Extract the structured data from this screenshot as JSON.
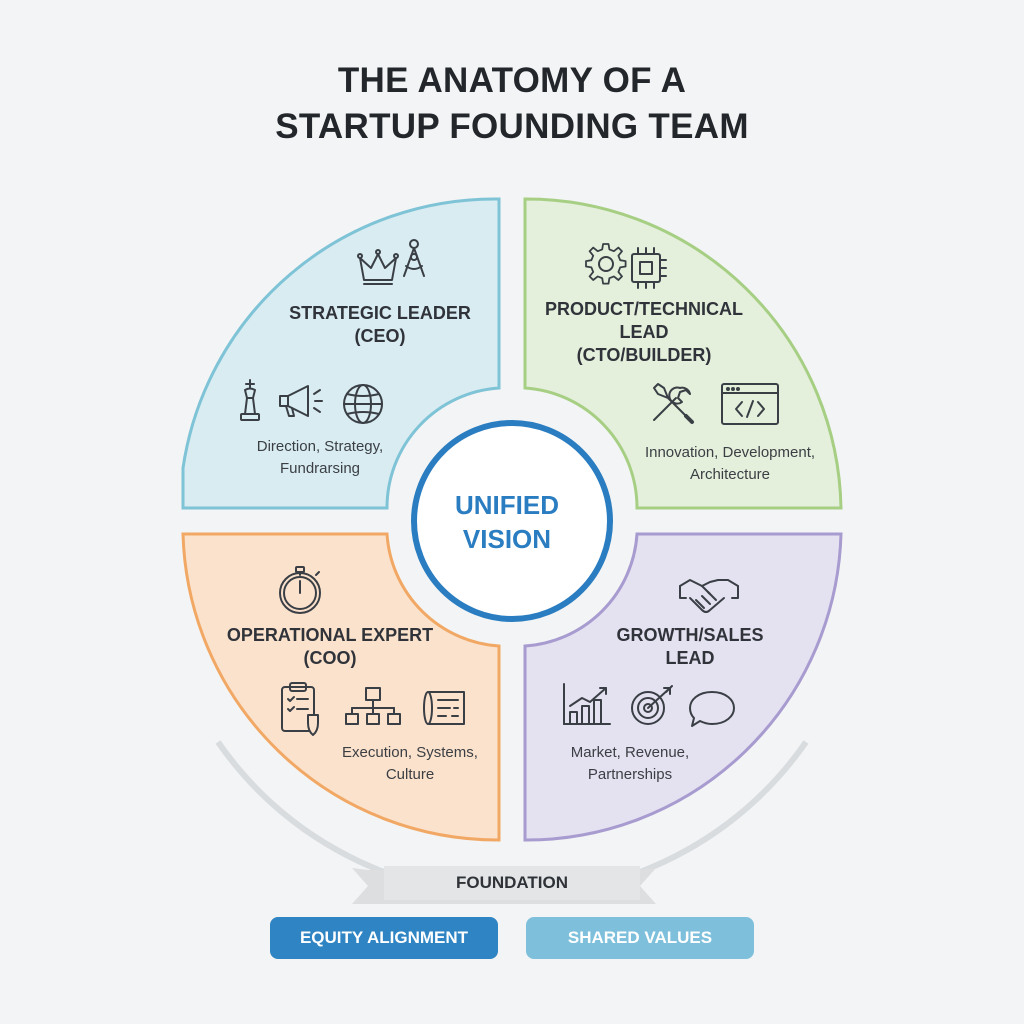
{
  "title": {
    "line1": "THE ANATOMY OF A",
    "line2": "STARTUP FOUNDING TEAM"
  },
  "center": {
    "line1": "UNIFIED",
    "line2": "VISION"
  },
  "quadrants": [
    {
      "id": "strategic",
      "label_lines": [
        "STRATEGIC LEADER",
        "(CEO)"
      ],
      "description_lines": [
        "Direction, Strategy,",
        "Fundrarsing"
      ],
      "fill": "#d8ecf2",
      "stroke": "#7ec3d6",
      "icons": [
        "crown-icon",
        "compass-icon",
        "chess-king-icon",
        "megaphone-icon",
        "globe-icon"
      ]
    },
    {
      "id": "technical",
      "label_lines": [
        "PRODUCT/TECHNICAL",
        "LEAD",
        "(CTO/BUILDER)"
      ],
      "description_lines": [
        "Innovation, Development,",
        "Architecture"
      ],
      "fill": "#e4efdc",
      "stroke": "#a6cf84",
      "icons": [
        "gear-icon",
        "circuit-chip-icon",
        "wrench-screwdriver-icon",
        "code-window-icon"
      ]
    },
    {
      "id": "operational",
      "label_lines": [
        "OPERATIONAL EXPERT",
        "(COO)"
      ],
      "description_lines": [
        "Execution, Systems,",
        "Culture"
      ],
      "fill": "#fbe2cc",
      "stroke": "#f2a865",
      "icons": [
        "stopwatch-icon",
        "clipboard-shield-icon",
        "org-chart-icon",
        "blueprint-icon"
      ]
    },
    {
      "id": "growth",
      "label_lines": [
        "GROWTH/SALES",
        "LEAD"
      ],
      "description_lines": [
        "Market, Revenue,",
        "Partnerships"
      ],
      "fill": "#e4e1f0",
      "stroke": "#a79bd0",
      "icons": [
        "handshake-icon",
        "growth-chart-icon",
        "target-icon",
        "speech-bubble-icon"
      ]
    }
  ],
  "colors": {
    "center_ring": "#2a7dc0",
    "foundation_arc": "#d9dcdf",
    "banner": "#dcdee0"
  },
  "foundation": {
    "label": "FOUNDATION",
    "pills": [
      {
        "label": "EQUITY ALIGNMENT",
        "color": "#2f84c3"
      },
      {
        "label": "SHARED VALUES",
        "color": "#7ec0dc"
      }
    ]
  }
}
